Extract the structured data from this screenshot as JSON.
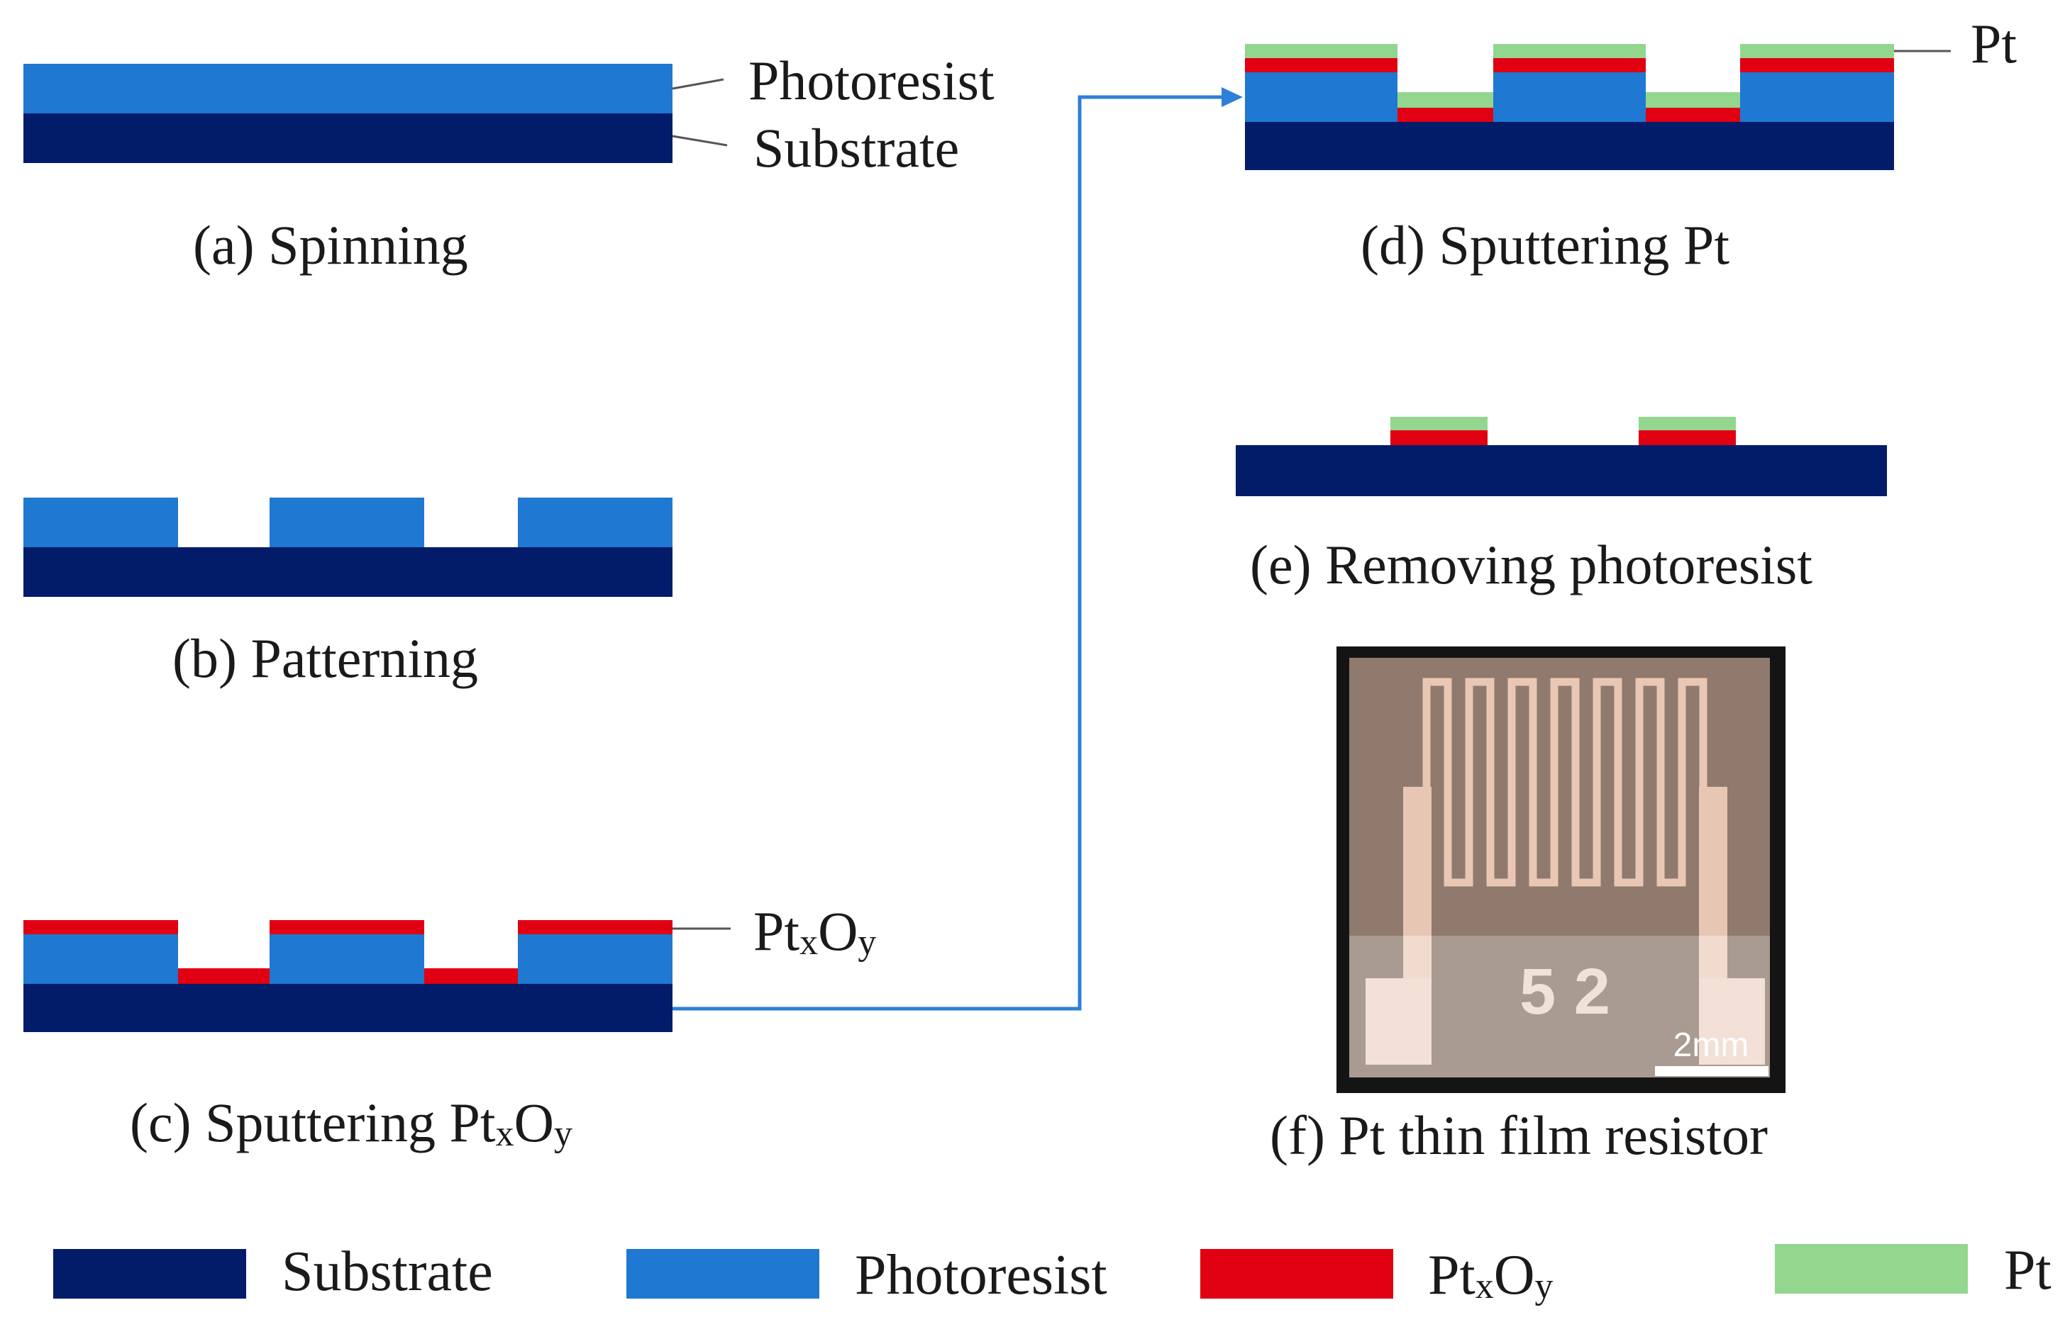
{
  "colors": {
    "substrate": "#031c6a",
    "photoresist": "#1f78d1",
    "ptxoy": "#e00012",
    "pt": "#93d68e",
    "arrow": "#2e7fd6",
    "leader": "#555555"
  },
  "captions": {
    "a": "(a) Spinning",
    "b": "(b) Patterning",
    "c_prefix": "(c) Sputtering Pt",
    "c_x": "x",
    "c_o": "O",
    "c_y": "y",
    "d": "(d) Sputtering Pt",
    "e": "(e) Removing photoresist",
    "f": "(f) Pt thin film resistor"
  },
  "callouts": {
    "photoresist": "Photoresist",
    "substrate": "Substrate",
    "pt": "Pt",
    "ptxoy_pt": "Pt",
    "ptxoy_x": "x",
    "ptxoy_o": "O",
    "ptxoy_y": "y"
  },
  "photo": {
    "chip_digits": "5  2",
    "scale_bar_label": "2mm"
  },
  "legend": {
    "substrate": "Substrate",
    "photoresist": "Photoresist",
    "ptxoy_pt": "Pt",
    "ptxoy_x": "x",
    "ptxoy_o": "O",
    "ptxoy_y": "y",
    "pt": "Pt"
  }
}
